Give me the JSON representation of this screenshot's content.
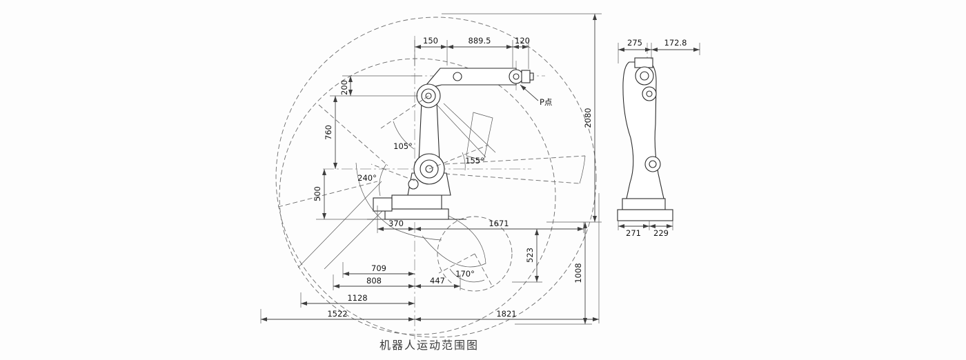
{
  "title": "机器人运动范围图",
  "front_view": {
    "p_point_label": "P点",
    "top_dims": {
      "d1": "150",
      "d2": "889.5",
      "d3": "120"
    },
    "left_dims": {
      "d200": "200",
      "d760": "760",
      "d500": "500"
    },
    "right_dims": {
      "d2080": "2080",
      "d1008": "1008"
    },
    "bottom_dims": {
      "d370": "370",
      "d1671": "1671",
      "d523": "523",
      "d709": "709",
      "d808": "808",
      "d447": "447",
      "d1128": "1128",
      "d1522": "1522",
      "d1821": "1821"
    },
    "angle_dims": {
      "a105": "105°",
      "a155": "155°",
      "a240": "240°",
      "a170": "170°"
    }
  },
  "side_view": {
    "top_dims": {
      "d275": "275",
      "d172_8": "172.8"
    },
    "bottom_dims": {
      "d271": "271",
      "d229": "229"
    }
  },
  "colors": {
    "line": "#3f3f3f",
    "background": "#fdfdfd"
  }
}
